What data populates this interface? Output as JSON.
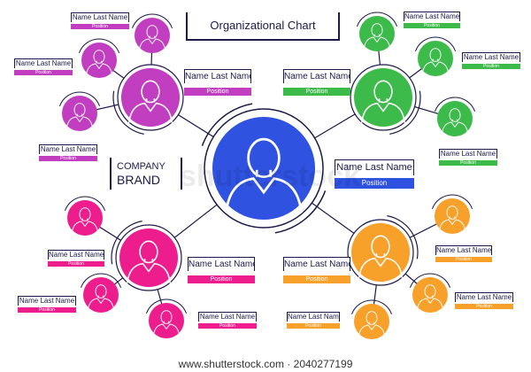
{
  "chart_title": "Organizational Chart",
  "brand": {
    "line1": "COMPANY",
    "line2": "BRAND"
  },
  "footer": "www.shutterstock.com · 2040277199",
  "watermark": "shutterstock",
  "colors": {
    "navy": "#1d1a48",
    "purple": "#c13ec1",
    "green": "#3dbb4a",
    "blue": "#2f52e0",
    "pink": "#ee1d8d",
    "orange": "#f7a02a"
  },
  "center": {
    "name": "Name Last Name",
    "position": "Position",
    "color": "#2f52e0"
  },
  "groups": [
    {
      "id": "purple",
      "color": "#c13ec1",
      "leader": {
        "name": "Name Last Name",
        "position": "Position"
      },
      "members": [
        {
          "name": "Name Last Name",
          "position": "Position"
        },
        {
          "name": "Name Last Name",
          "position": "Position"
        },
        {
          "name": "Name Last Name",
          "position": "Position"
        }
      ]
    },
    {
      "id": "green",
      "color": "#3dbb4a",
      "leader": {
        "name": "Name Last Name",
        "position": "Position"
      },
      "members": [
        {
          "name": "Name Last Name",
          "position": "Position"
        },
        {
          "name": "Name Last Name",
          "position": "Position"
        },
        {
          "name": "Name Last Name",
          "position": "Position"
        }
      ]
    },
    {
      "id": "pink",
      "color": "#ee1d8d",
      "leader": {
        "name": "Name Last Name",
        "position": "Position"
      },
      "members": [
        {
          "name": "Name Last Name",
          "position": "Position"
        },
        {
          "name": "Name Last Name",
          "position": "Position"
        },
        {
          "name": "Name Last Name",
          "position": "Position"
        }
      ]
    },
    {
      "id": "orange",
      "color": "#f7a02a",
      "leader": {
        "name": "Name Last Name",
        "position": "Position"
      },
      "members": [
        {
          "name": "Name Last Name",
          "position": "Position"
        },
        {
          "name": "Name Last Name",
          "position": "Position"
        },
        {
          "name": "Name Last Name",
          "position": "Position"
        }
      ]
    }
  ]
}
